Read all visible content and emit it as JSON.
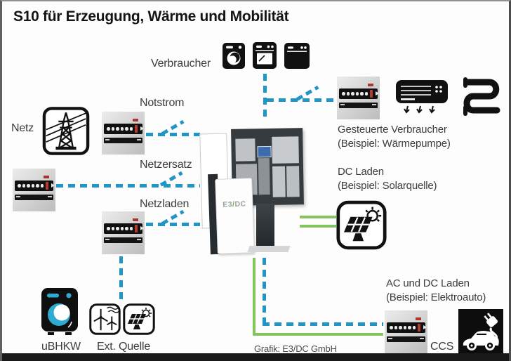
{
  "title": "S10 für Erzeugung, Wärme und Mobilität",
  "credit": "Grafik: E3/DC GmbH",
  "device": {
    "logo_left": "E3",
    "logo_slash": "/",
    "logo_right": "DC"
  },
  "labels": {
    "verbraucher": "Verbraucher",
    "netz": "Netz",
    "notstrom": "Notstrom",
    "netzersatz": "Netzersatz",
    "netzladen": "Netzladen",
    "ubhkw": "uBHKW",
    "ext_quelle": "Ext. Quelle",
    "gesteuerte_verbraucher_1": "Gesteuerte Verbraucher",
    "gesteuerte_verbraucher_2": "(Beispiel: Wärmepumpe)",
    "dc_laden_1": "DC Laden",
    "dc_laden_2": "(Beispiel: Solarquelle)",
    "ac_dc_laden_1": "AC und DC Laden",
    "ac_dc_laden_2": "(Beispiel: Elektroauto)",
    "ccs": "CCS"
  },
  "colors": {
    "teal": "#1f96c6",
    "green": "#83c45e"
  }
}
